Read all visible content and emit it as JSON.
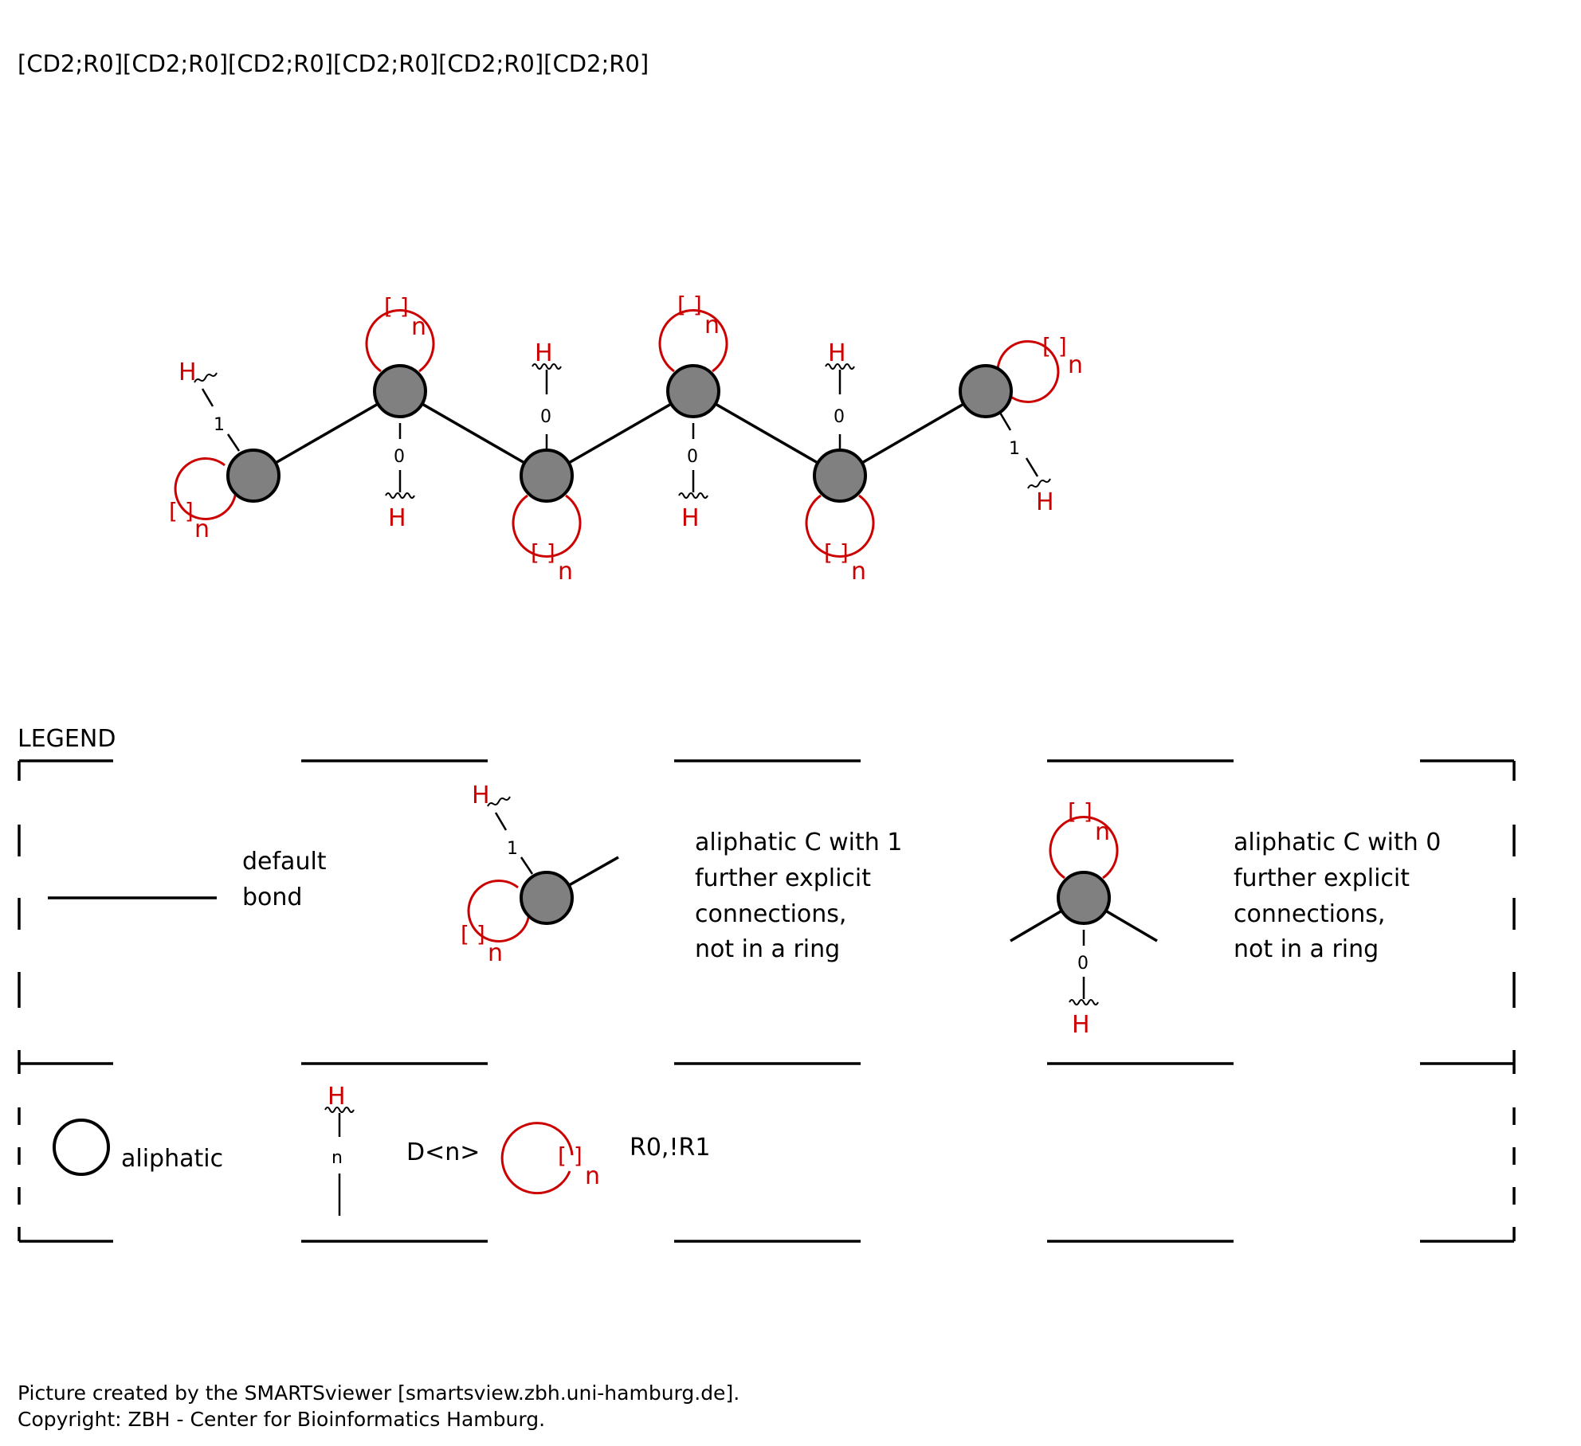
{
  "header": {
    "smarts": "[CD2;R0][CD2;R0][CD2;R0][CD2;R0][CD2;R0][CD2;R0]"
  },
  "colors": {
    "atom_fill": "#808080",
    "stroke": "#000000",
    "annotation": "#cc0000"
  },
  "molecule": {
    "atoms": [
      {
        "id": 1,
        "element": "C",
        "degree": "1",
        "h_label": "H",
        "ring_label": "[ ]",
        "ring_n": "n"
      },
      {
        "id": 2,
        "element": "C",
        "degree": "0",
        "h_label": "H",
        "ring_label": "[ ]",
        "ring_n": "n"
      },
      {
        "id": 3,
        "element": "C",
        "degree": "0",
        "h_label": "H",
        "ring_label": "[ ]",
        "ring_n": "n"
      },
      {
        "id": 4,
        "element": "C",
        "degree": "0",
        "h_label": "H",
        "ring_label": "[ ]",
        "ring_n": "n"
      },
      {
        "id": 5,
        "element": "C",
        "degree": "0",
        "h_label": "H",
        "ring_label": "[ ]",
        "ring_n": "n"
      },
      {
        "id": 6,
        "element": "C",
        "degree": "1",
        "h_label": "H",
        "ring_label": "[ ]",
        "ring_n": "n"
      }
    ],
    "bonds": [
      [
        1,
        2
      ],
      [
        2,
        3
      ],
      [
        3,
        4
      ],
      [
        4,
        5
      ],
      [
        5,
        6
      ]
    ]
  },
  "legend": {
    "title": "LEGEND",
    "default_bond": {
      "line1": "default",
      "line2": "bond"
    },
    "aliphatic_c_1": {
      "degree": "1",
      "h_label": "H",
      "ring_label": "[ ]",
      "ring_n": "n",
      "lines": [
        "aliphatic C with 1",
        "further explicit",
        "connections,",
        "not in a ring"
      ]
    },
    "aliphatic_c_0": {
      "degree": "0",
      "h_label": "H",
      "ring_label": "[ ]",
      "ring_n": "n",
      "lines": [
        "aliphatic C with 0",
        "further explicit",
        "connections,",
        "not in a ring"
      ]
    },
    "aliphatic": {
      "label": "aliphatic"
    },
    "degree_key": {
      "h_label": "H",
      "n_label": "n",
      "label": "D<n>"
    },
    "ring_key": {
      "ring_label": "[ ]",
      "ring_n": "n",
      "label": "R0,!R1"
    }
  },
  "footer": {
    "line1": "Picture created by the SMARTSviewer [smartsview.zbh.uni-hamburg.de].",
    "line2": "Copyright: ZBH - Center for Bioinformatics Hamburg."
  }
}
